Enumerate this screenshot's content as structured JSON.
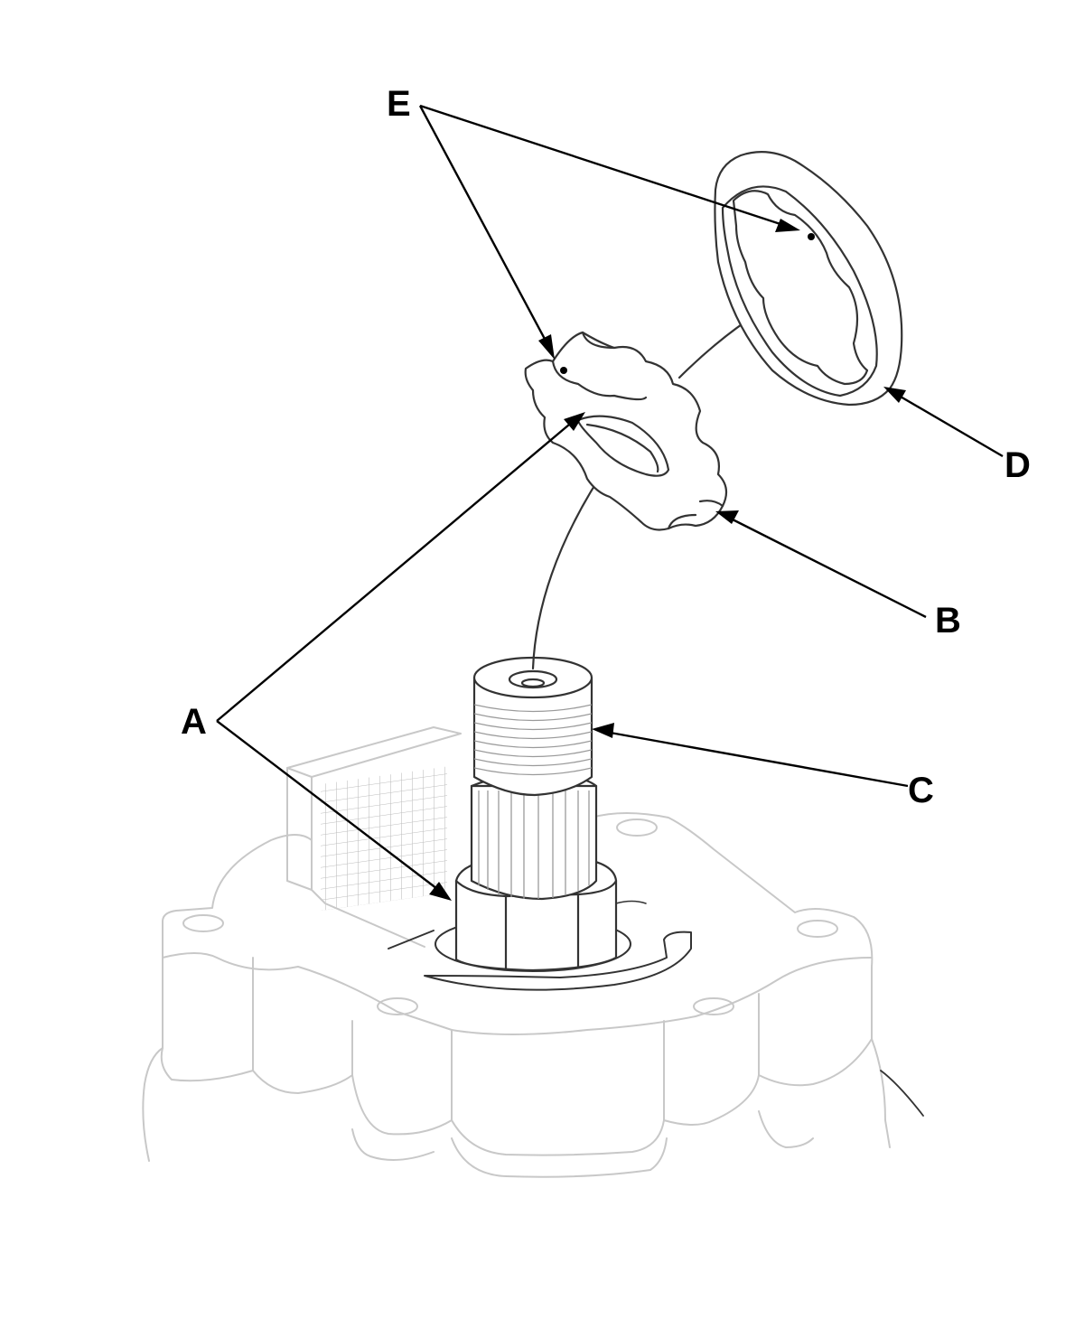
{
  "callouts": {
    "a": "A",
    "b": "B",
    "c": "C",
    "d": "D",
    "e": "E"
  },
  "colors": {
    "ink": "#000000",
    "part_outline": "#333333",
    "housing_outline": "#c8c8c8",
    "background": "#ffffff"
  }
}
